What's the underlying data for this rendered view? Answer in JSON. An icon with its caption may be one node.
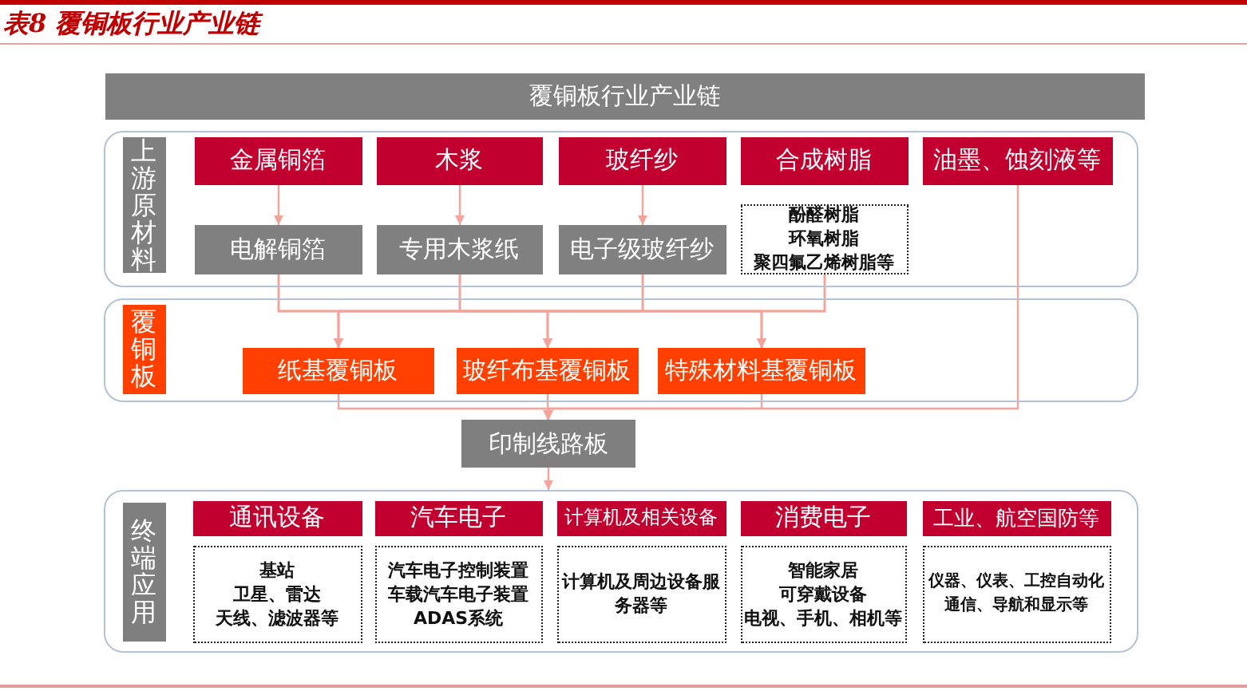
{
  "diagram": {
    "title": "表8 覆铜板行业产业链",
    "nodes": [
      {
        "text": [
          "覆铜板行业产业链"
        ]
      },
      {
        "text": [],
        "shape": "box"
      },
      {
        "text": [
          "上游原材料"
        ],
        "in": 1
      },
      {
        "text": [
          "金属铜箔"
        ],
        "in": 1
      },
      {
        "text": [
          "木浆"
        ],
        "in": 1
      },
      {
        "text": [
          "玻纤纱"
        ],
        "in": 1
      },
      {
        "text": [
          "合成树脂"
        ],
        "in": 1
      },
      {
        "text": [
          "油墨、蚀刻液等"
        ],
        "in": 1
      },
      {
        "text": [
          "电解铜箔"
        ],
        "in": 1
      },
      {
        "text": [
          "专用木浆纸"
        ],
        "in": 1
      },
      {
        "text": [
          "电子级玻纤纱"
        ],
        "in": 1
      },
      {
        "text": [
          "酚醛树脂",
          "环氧树脂",
          "聚四氟乙烯树脂等"
        ],
        "in": 1
      },
      {
        "text": [],
        "shape": "box"
      },
      {
        "text": [
          "覆铜板"
        ],
        "in": 12
      },
      {
        "text": [
          "纸基覆铜板"
        ],
        "in": 12
      },
      {
        "text": [
          "玻纤布基覆铜板"
        ],
        "in": 12
      },
      {
        "text": [
          "特殊材料基覆铜板"
        ],
        "in": 12
      },
      {
        "text": [
          "印制线路板"
        ]
      },
      {
        "text": [],
        "shape": "box"
      },
      {
        "text": [
          "终端应用"
        ],
        "in": 18
      },
      {
        "text": [
          "通讯设备"
        ],
        "in": 18
      },
      {
        "text": [
          "汽车电子"
        ],
        "in": 18
      },
      {
        "text": [
          "计算机及相关设备"
        ],
        "in": 18
      },
      {
        "text": [
          "消费电子"
        ],
        "in": 18
      },
      {
        "text": [
          "工业、航空国防等"
        ],
        "in": 18
      },
      {
        "text": [
          "基站",
          "卫星、雷达",
          "天线、滤波器等"
        ],
        "in": 18
      },
      {
        "text": [
          "汽车电子控制装置",
          "车载汽车电子装置",
          "ADAS系统"
        ],
        "in": 18
      },
      {
        "text": [
          "计算机及周边设备服务器等"
        ],
        "in": 18
      },
      {
        "text": [
          "智能家居",
          "可穿戴设备",
          "电视、手机、相机等"
        ],
        "in": 18
      },
      {
        "text": [
          "仪器、仪表、工控自动化",
          "通信、导航和显示等"
        ],
        "in": 18
      }
    ],
    "edges": [
      {
        "from": 3,
        "to": 8,
        "arrow": "to"
      },
      {
        "from": 4,
        "to": 9,
        "arrow": "to"
      },
      {
        "from": 5,
        "to": 10,
        "arrow": "to"
      },
      {
        "from": 8,
        "to": 14,
        "arrow": "to"
      },
      {
        "from": 8,
        "to": 15,
        "arrow": "to"
      },
      {
        "from": 8,
        "to": 16,
        "arrow": "to"
      },
      {
        "from": 9,
        "to": 14,
        "arrow": "to"
      },
      {
        "from": 9,
        "to": 15,
        "arrow": "to"
      },
      {
        "from": 9,
        "to": 16,
        "arrow": "to"
      },
      {
        "from": 10,
        "to": 14,
        "arrow": "to"
      },
      {
        "from": 10,
        "to": 15,
        "arrow": "to"
      },
      {
        "from": 10,
        "to": 16,
        "arrow": "to"
      },
      {
        "from": 11,
        "to": 14,
        "arrow": "to"
      },
      {
        "from": 11,
        "to": 15,
        "arrow": "to"
      },
      {
        "from": 11,
        "to": 16,
        "arrow": "to"
      },
      {
        "from": 14,
        "to": 17,
        "arrow": "to"
      },
      {
        "from": 15,
        "to": 17,
        "arrow": "to"
      },
      {
        "from": 16,
        "to": 17,
        "arrow": "to"
      },
      {
        "from": 7,
        "to": 17,
        "arrow": "to"
      },
      {
        "from": 17,
        "to": 18,
        "arrow": "to"
      }
    ]
  }
}
